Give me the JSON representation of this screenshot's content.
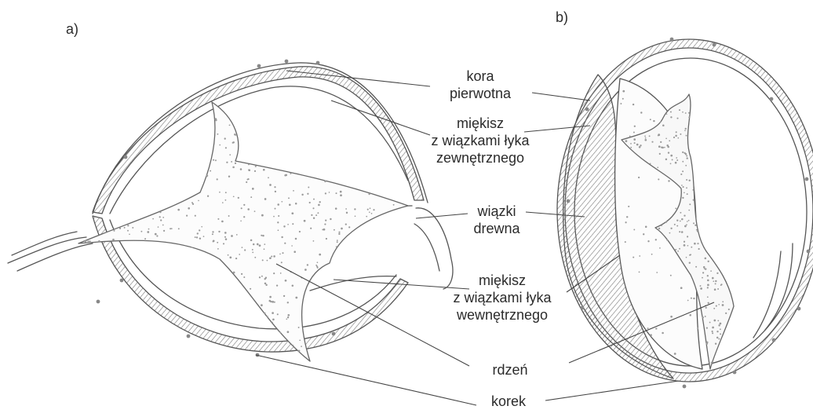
{
  "panels": {
    "a": "a)",
    "b": "b)"
  },
  "labels": {
    "kora_l1": "kora",
    "kora_l2": "pierwotna",
    "miekisz_zew_l1": "miękisz",
    "miekisz_zew_l2": "z wiązkami łyka",
    "miekisz_zew_l3": "zewnętrznego",
    "wiazki_l1": "wiązki",
    "wiazki_l2": "drewna",
    "miekisz_wew_l1": "miękisz",
    "miekisz_wew_l2": "z wiązkami łyka",
    "miekisz_wew_l3": "wewnętrznego",
    "rdzen": "rdzeń",
    "korek": "korek"
  },
  "colors": {
    "ink": "#555555",
    "hatch": "#777777",
    "dots": "#9a9a9a",
    "text": "#2b2b2b"
  }
}
